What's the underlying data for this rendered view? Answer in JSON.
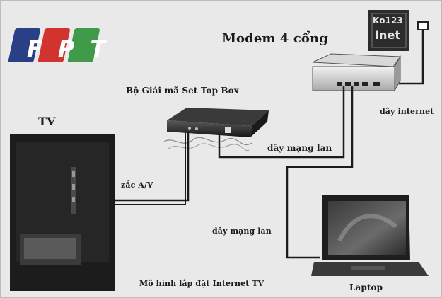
{
  "brand": {
    "logo_text": "FPT",
    "badge_text_top": "Ko123",
    "badge_text_bottom": "Inet"
  },
  "labels": {
    "modem": "Modem 4 cổng",
    "stb": "Bộ Giải mã Set Top Box",
    "tv": "TV",
    "internet_cable": "dây internet",
    "lan_cable_top": "dây mạng lan",
    "av_cable": "zắc A/V",
    "lan_cable_bottom": "dây mạng lan",
    "caption": "Mô hình lắp đặt Internet TV",
    "laptop": "Laptop"
  },
  "colors": {
    "background": "#e9e9e9",
    "logo_blue": "#2b3f86",
    "logo_red": "#d1332e",
    "logo_green": "#3f9a4a",
    "device_dark": "#2a2a2a",
    "tv_body": "#1c1c1c"
  },
  "icons": [
    "modem-icon",
    "set-top-box-icon",
    "tv-icon",
    "laptop-icon",
    "wall-socket-icon"
  ]
}
